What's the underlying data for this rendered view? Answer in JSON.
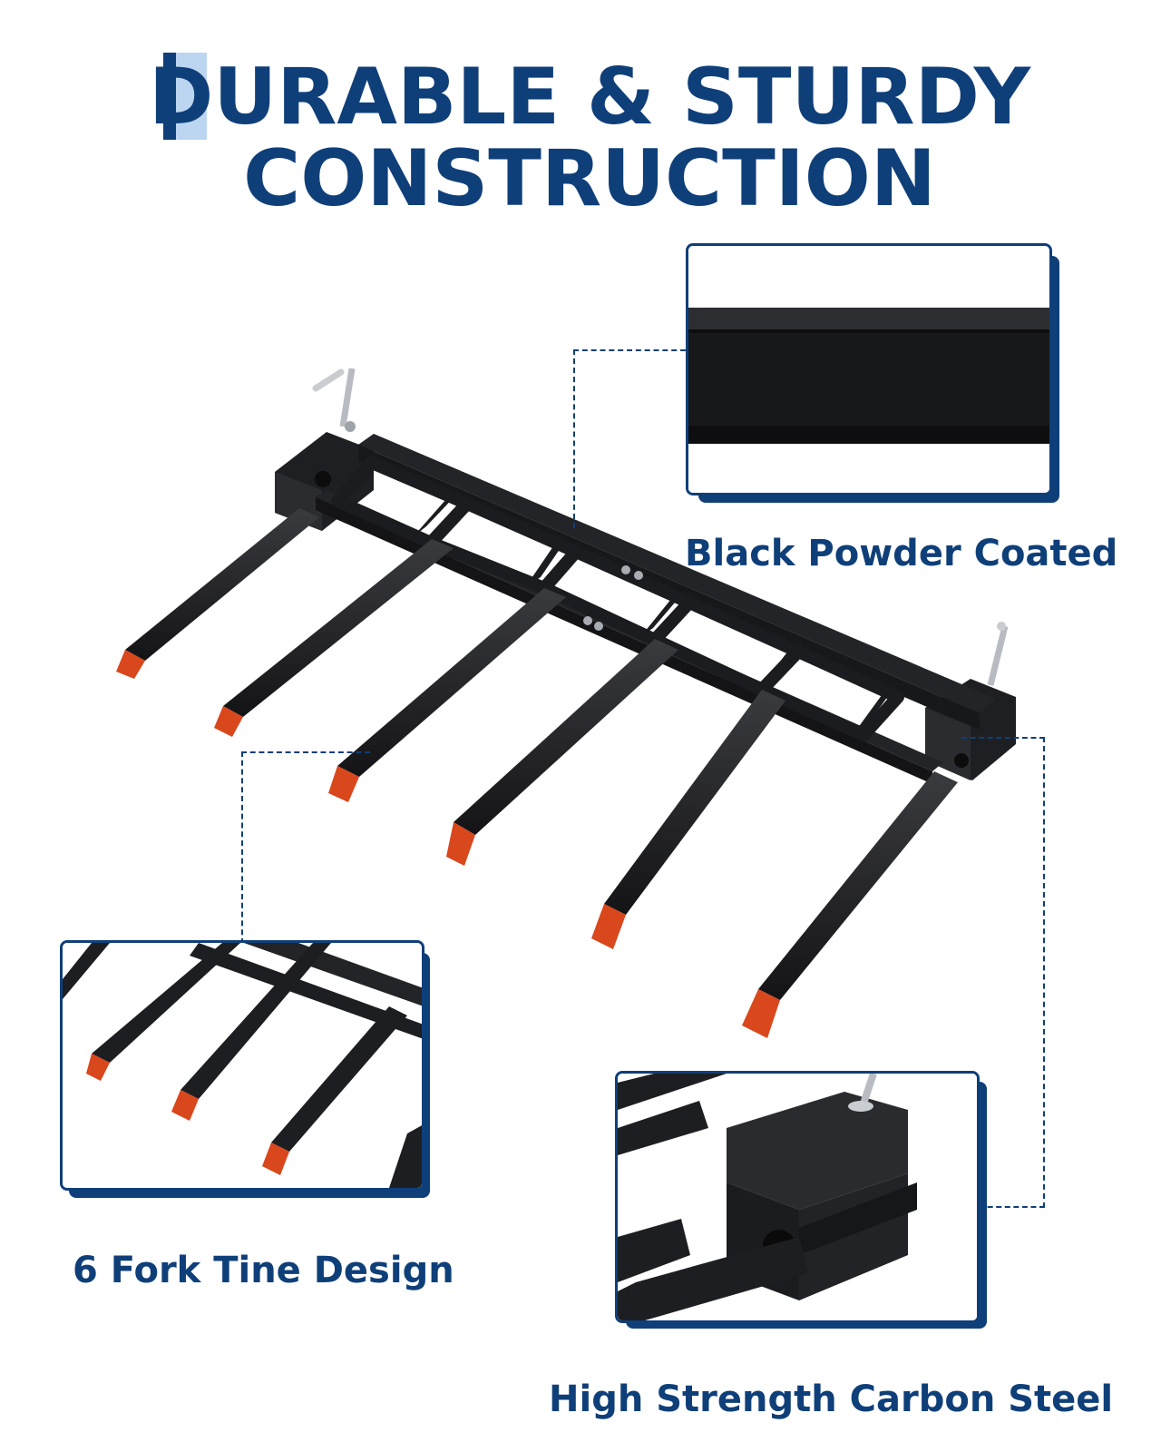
{
  "headline": {
    "line1": "DURABLE & STURDY",
    "line2": "CONSTRUCTION"
  },
  "captions": {
    "black_powder": "Black Powder Coated",
    "six_fork": "6 Fork Tine Design",
    "carbon_steel": "High Strength Carbon Steel"
  },
  "colors": {
    "navy": "#0f3f79",
    "light_blue": "#bcd6f1",
    "steel_black": "#1e1f22",
    "tip_orange": "#d9471c"
  },
  "icons": {
    "product": "pallet-fork-clamp-attachment",
    "detail_1": "black-powder-coated-bar",
    "detail_2": "fork-tines-closeup",
    "detail_3": "bracket-with-bolt-closeup"
  }
}
